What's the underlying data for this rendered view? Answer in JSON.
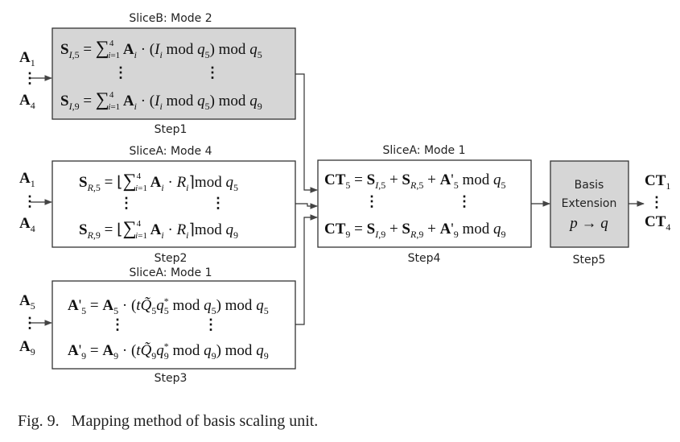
{
  "figure": {
    "caption": "Fig. 9.   Mapping method of basis scaling unit.",
    "steps": [
      {
        "id": "step1",
        "slice_title": "SliceB: Mode 2",
        "step_label": "Step1",
        "shaded": true,
        "inputs": [
          "A",
          "1",
          "A",
          "4"
        ]
      },
      {
        "id": "step2",
        "slice_title": "SliceA: Mode 4",
        "step_label": "Step2",
        "shaded": false,
        "inputs": [
          "A",
          "1",
          "A",
          "4"
        ]
      },
      {
        "id": "step3",
        "slice_title": "SliceA: Mode 1",
        "step_label": "Step3",
        "shaded": false,
        "inputs": [
          "A",
          "5",
          "A",
          "9"
        ]
      },
      {
        "id": "step4",
        "slice_title": "SliceA: Mode 1",
        "step_label": "Step4",
        "shaded": false
      },
      {
        "id": "step5",
        "step_label": "Step5",
        "shaded": true,
        "box_lines": [
          "Basis",
          "Extension"
        ],
        "mapping": "p → q",
        "outputs": [
          "CT",
          "1",
          "CT",
          "4"
        ]
      }
    ],
    "colors": {
      "shaded_fill": "#d6d6d6",
      "stroke": "#333333",
      "arrow": "#444444"
    }
  }
}
